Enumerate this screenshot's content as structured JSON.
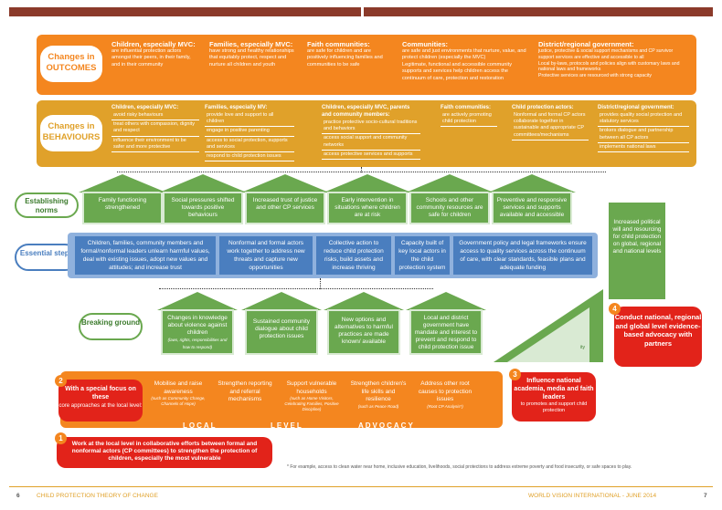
{
  "outcomes_label": "Changes in OUTCOMES",
  "outcomes": [
    {
      "title": "Children, especially MVC:",
      "text": "are influential protection actors amongst their peers, in their family, and in their community"
    },
    {
      "title": "Families, especially MVC:",
      "text": "have strong and healthy relationships that equitably protect, respect and nurture all children and youth"
    },
    {
      "title": "Faith communities:",
      "text": "are safe for children and are positively influencing families and communities to be safe"
    },
    {
      "title": "Communities:",
      "text": "are safe and just environments that nurture, value, and protect children (especially the MVC)",
      "text2": "Legitimate, functional and accessible community supports and services help children access the continuum of care, protection and restoration"
    },
    {
      "title": "District/regional government:",
      "text": "justice, protective & social support mechanisms and CP survivor support services are effective and accessible to all",
      "text2": "Local by-laws, protocols and policies align with customary laws and national laws and frameworks",
      "text3": "Protective services are resourced with strong capacity"
    }
  ],
  "behaviours_label": "Changes in BEHAVIOURS",
  "behaviours": [
    {
      "title": "Children, especially MVC:",
      "items": [
        "avoid risky behaviours",
        "treat others with compassion, dignity and respect",
        "influence their environment to be safer and more protective"
      ]
    },
    {
      "title": "Families, especially MV:",
      "items": [
        "provide love and support to all children",
        "engage in positive parenting",
        "access to social protection, supports and services",
        "respond to child protection issues"
      ]
    },
    {
      "title": "Children, especially MVC, parents and community members:",
      "items": [
        "practice protective socio-cultural traditions and behaviors",
        "access social support and community networks",
        "access protective services and supports"
      ]
    },
    {
      "title": "Faith communities:",
      "items": [
        "are actively promoting child protection"
      ]
    },
    {
      "title": "Child protection actors:",
      "items": [
        "Nonformal and formal CP actors collaborate together in sustainable and appropriate CP committees/mechanisms"
      ]
    },
    {
      "title": "District/regional government:",
      "items": [
        "provides quality social protection and statutory services",
        "brokers dialogue and partnership between all CP actors",
        "implements national laws"
      ]
    }
  ],
  "norms_label": "Establishing norms",
  "norms": [
    "Family functioning strengthened",
    "Social pressures shifted towards positive behaviours",
    "Increased trust of justice and other CP services",
    "Early intervention in situations where children are at risk",
    "Schools and other community resources are safe for children",
    "Preventive and responsive services and supports available and accessible"
  ],
  "steps_label": "Essential steps",
  "steps": [
    "Children, families, community members and formal/nonformal leaders unlearn harmful values, deal with existing issues, adopt new values and attitudes; and increase trust",
    "Nonformal and formal actors work together to address new threats and capture new opportunities",
    "Collective action to reduce child protection risks, build assets and increase thriving",
    "Capacity built of key local actors in the child protection system",
    "Government policy and legal frameworks ensure access to quality services across the continuum of care, with clear standards, feasible plans and adequate funding"
  ],
  "political": "Increased political will and resourcing for child protection on global, regional and national levels",
  "ground_label": "Breaking ground",
  "ground": [
    {
      "text": "Changes in knowledge about violence against children",
      "note": "(laws, rights, responsibilities and how to respond)"
    },
    {
      "text": "Sustained community dialogue about child protection issues"
    },
    {
      "text": "New options and alternatives to harmful practices are made known/ available"
    },
    {
      "text": "Local and district government have mandate and interest to prevent and respond to child protection issue"
    }
  ],
  "panel4": {
    "num": "4",
    "text": "Conduct national, regional and global level evidence-based advocacy with partners"
  },
  "panel3": {
    "num": "3",
    "line1": "Influence national academia, media and faith leaders",
    "line2": "to promotes and support child protection"
  },
  "panel2": {
    "num": "2",
    "line1": "With a special focus on these",
    "line2": "core approaches at the local level:"
  },
  "local_cards": [
    {
      "text": "Mobilise and raise awareness",
      "note": "(such as Community Change, Channels of Hope)"
    },
    {
      "text": "Strengthen reporting and referral mechanisms"
    },
    {
      "text": "Support vulnerable households",
      "note": "(such as Home Visitors, Celebrating Families, Positive Discipline)"
    },
    {
      "text": "Strengthen children's life skills and resilience",
      "note": "(such as Peace Road)"
    },
    {
      "text": "Address other root causes to protection issues",
      "note": "(Root CP Analysis*)"
    }
  ],
  "local_level_advocacy": [
    "LOCAL",
    "LEVEL",
    "ADVOCACY"
  ],
  "panel1": {
    "num": "1",
    "text": "Work at the local level in collaborative efforts between formal and nonformal actors (CP committees) to strengthen the protection of children, especially the most vulnerable"
  },
  "footnote": "* For example, access to clean water near home, inclusive education, livelihoods, social protections to address extreme poverty and food insecurity, or safe spaces to play.",
  "footer_left_num": "6",
  "footer_left": "CHILD PROTECTION THEORY OF CHANGE",
  "footer_right": "WORLD VISION INTERNATIONAL - JUNE 2014",
  "footer_right_num": "7",
  "colors": {
    "orange": "#f4861f",
    "ochre": "#e0a12a",
    "green": "#6aa84f",
    "blue": "#4a7ebf",
    "red": "#e2231a"
  }
}
